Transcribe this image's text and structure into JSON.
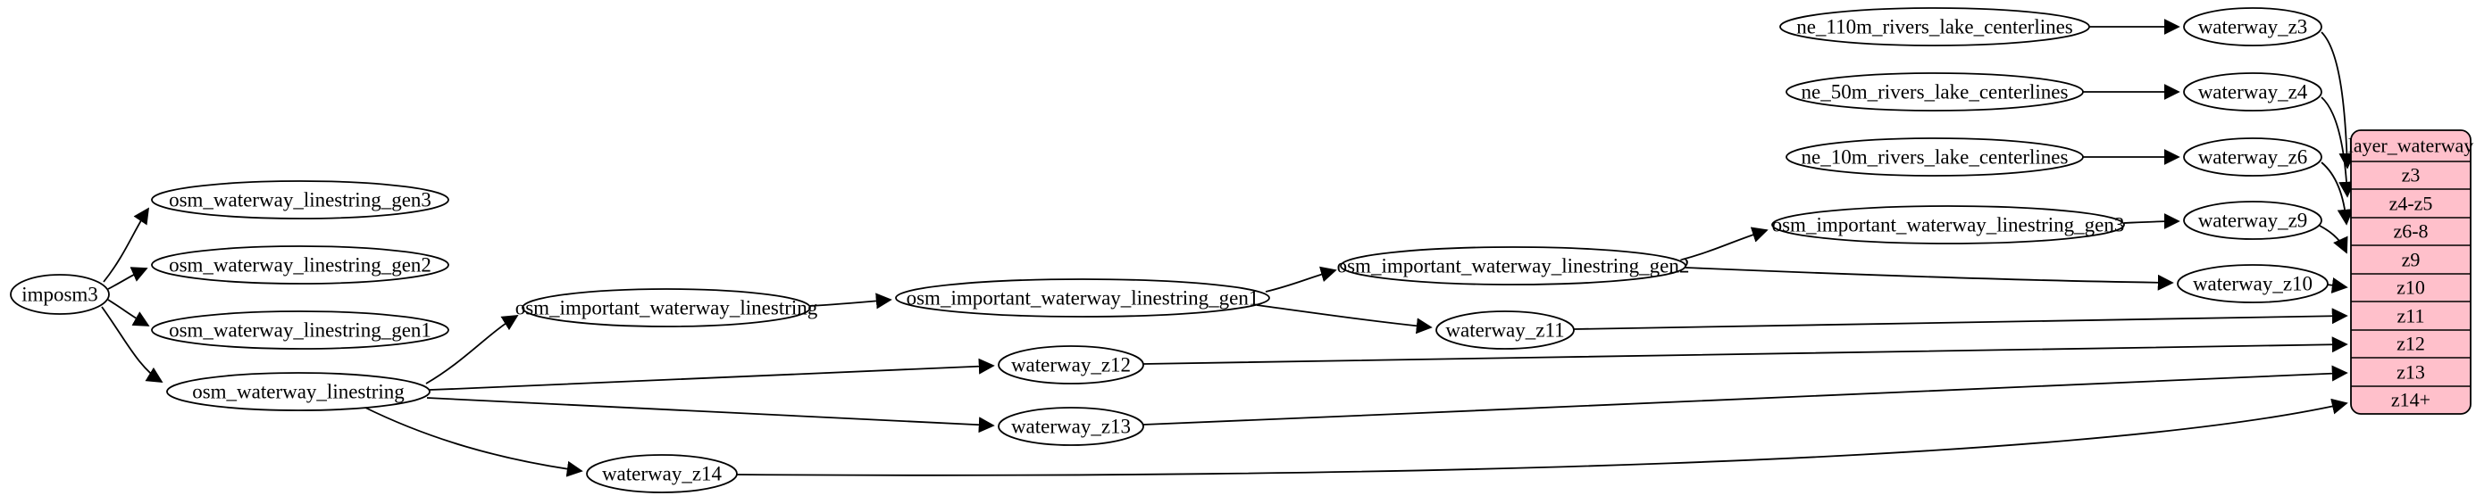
{
  "nodes": {
    "imposm3": {
      "label": "imposm3"
    },
    "osm_waterway_linestring_gen3": {
      "label": "osm_waterway_linestring_gen3"
    },
    "osm_waterway_linestring_gen2": {
      "label": "osm_waterway_linestring_gen2"
    },
    "osm_waterway_linestring_gen1": {
      "label": "osm_waterway_linestring_gen1"
    },
    "osm_waterway_linestring": {
      "label": "osm_waterway_linestring"
    },
    "osm_important_waterway_linestring": {
      "label": "osm_important_waterway_linestring"
    },
    "osm_important_waterway_linestring_gen1": {
      "label": "osm_important_waterway_linestring_gen1"
    },
    "osm_important_waterway_linestring_gen2": {
      "label": "osm_important_waterway_linestring_gen2"
    },
    "osm_important_waterway_linestring_gen3": {
      "label": "osm_important_waterway_linestring_gen3"
    },
    "ne_110m_rivers_lake_centerlines": {
      "label": "ne_110m_rivers_lake_centerlines"
    },
    "ne_50m_rivers_lake_centerlines": {
      "label": "ne_50m_rivers_lake_centerlines"
    },
    "ne_10m_rivers_lake_centerlines": {
      "label": "ne_10m_rivers_lake_centerlines"
    },
    "waterway_z3": {
      "label": "waterway_z3"
    },
    "waterway_z4": {
      "label": "waterway_z4"
    },
    "waterway_z6": {
      "label": "waterway_z6"
    },
    "waterway_z9": {
      "label": "waterway_z9"
    },
    "waterway_z10": {
      "label": "waterway_z10"
    },
    "waterway_z11": {
      "label": "waterway_z11"
    },
    "waterway_z12": {
      "label": "waterway_z12"
    },
    "waterway_z13": {
      "label": "waterway_z13"
    },
    "waterway_z14": {
      "label": "waterway_z14"
    }
  },
  "record": {
    "title": "layer_waterway",
    "rows": [
      "z3",
      "z4-z5",
      "z6-8",
      "z9",
      "z10",
      "z11",
      "z12",
      "z13",
      "z14+"
    ],
    "fill": "#ffc0cb"
  },
  "edges": [
    {
      "from": "imposm3",
      "to": "osm_waterway_linestring_gen3"
    },
    {
      "from": "imposm3",
      "to": "osm_waterway_linestring_gen2"
    },
    {
      "from": "imposm3",
      "to": "osm_waterway_linestring_gen1"
    },
    {
      "from": "imposm3",
      "to": "osm_waterway_linestring"
    },
    {
      "from": "osm_waterway_linestring",
      "to": "osm_important_waterway_linestring"
    },
    {
      "from": "osm_important_waterway_linestring",
      "to": "osm_important_waterway_linestring_gen1"
    },
    {
      "from": "osm_important_waterway_linestring_gen1",
      "to": "osm_important_waterway_linestring_gen2"
    },
    {
      "from": "osm_important_waterway_linestring_gen2",
      "to": "osm_important_waterway_linestring_gen3"
    },
    {
      "from": "osm_important_waterway_linestring_gen3",
      "to": "waterway_z9"
    },
    {
      "from": "osm_important_waterway_linestring_gen2",
      "to": "waterway_z10"
    },
    {
      "from": "osm_important_waterway_linestring_gen1",
      "to": "waterway_z11"
    },
    {
      "from": "osm_waterway_linestring",
      "to": "waterway_z12"
    },
    {
      "from": "osm_waterway_linestring",
      "to": "waterway_z13"
    },
    {
      "from": "osm_waterway_linestring",
      "to": "waterway_z14"
    },
    {
      "from": "ne_110m_rivers_lake_centerlines",
      "to": "waterway_z3"
    },
    {
      "from": "ne_50m_rivers_lake_centerlines",
      "to": "waterway_z4"
    },
    {
      "from": "ne_10m_rivers_lake_centerlines",
      "to": "waterway_z6"
    },
    {
      "from": "waterway_z3",
      "to": "layer_waterway.z3"
    },
    {
      "from": "waterway_z4",
      "to": "layer_waterway.z4-z5"
    },
    {
      "from": "waterway_z6",
      "to": "layer_waterway.z6-8"
    },
    {
      "from": "waterway_z9",
      "to": "layer_waterway.z9"
    },
    {
      "from": "waterway_z10",
      "to": "layer_waterway.z10"
    },
    {
      "from": "waterway_z11",
      "to": "layer_waterway.z11"
    },
    {
      "from": "waterway_z12",
      "to": "layer_waterway.z12"
    },
    {
      "from": "waterway_z13",
      "to": "layer_waterway.z13"
    },
    {
      "from": "waterway_z14",
      "to": "layer_waterway.z14+"
    }
  ],
  "colors": {
    "background": "#ffffff",
    "node_fill": "#ffffff",
    "stroke": "#000000",
    "record_fill": "#ffc0cb"
  }
}
